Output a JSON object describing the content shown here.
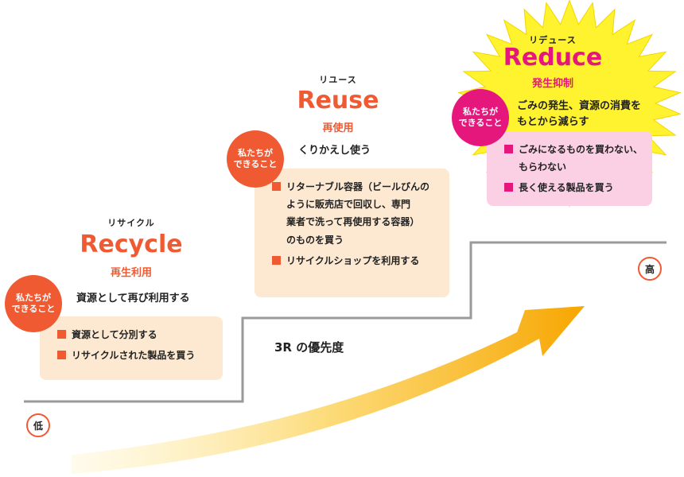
{
  "colors": {
    "accent_orange": "#f05a32",
    "accent_pink": "#e5177c",
    "beige_box": "#fde9d2",
    "pink_box": "#fbcfe4",
    "burst_yellow": "#fff22e",
    "staircase_gray": "#9a9a9a",
    "arrow_orange": "#f7a600"
  },
  "steps": {
    "recycle": {
      "reading": "リサイクル",
      "english": "Recycle",
      "kanji": "再生利用",
      "description": "資源として再び利用する",
      "badge": [
        "私たちが",
        "できること"
      ],
      "items": [
        "資源として分別する",
        "リサイクルされた製品を買う"
      ]
    },
    "reuse": {
      "reading": "リユース",
      "english": "Reuse",
      "kanji": "再使用",
      "description": "くりかえし使う",
      "badge": [
        "私たちが",
        "できること"
      ],
      "items": [
        "リターナブル容器（ビールびんの\nように販売店で回収し、専門\n業者で洗って再使用する容器）\nのものを買う",
        "リサイクルショップを利用する"
      ]
    },
    "reduce": {
      "reading": "リデュース",
      "english": "Reduce",
      "kanji": "発生抑制",
      "description": [
        "ごみの発生、資源の消費を",
        "もとから減らす"
      ],
      "badge": [
        "私たちが",
        "できること"
      ],
      "items": [
        "ごみになるものを買わない、\nもらわない",
        "長く使える製品を買う"
      ]
    }
  },
  "priority_label": "3R の優先度",
  "levels": {
    "low": "低",
    "high": "高"
  },
  "icons": {
    "burst": "starburst-shape",
    "arrow": "curved-arrow-icon"
  }
}
